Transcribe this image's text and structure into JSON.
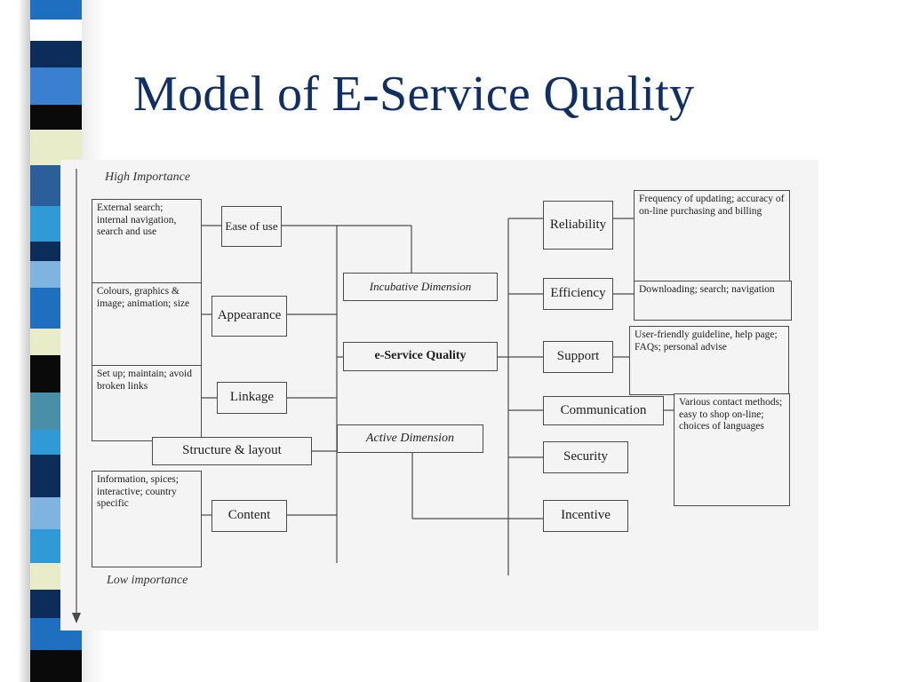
{
  "slide": {
    "title": "Model of E-Service Quality"
  },
  "scale": {
    "high": "High Importance",
    "low": "Low importance"
  },
  "center": {
    "incubative": "Incubative Dimension",
    "core": "e-Service Quality",
    "active": "Active Dimension"
  },
  "incubative_dimensions": [
    {
      "label": "Ease of use",
      "description": "External search; internal navigation, search and use"
    },
    {
      "label": "Appearance",
      "description": "Colours, graphics & image; animation; size"
    },
    {
      "label": "Linkage",
      "description": "Set up; maintain; avoid broken links"
    },
    {
      "label": "Structure & layout",
      "description": ""
    },
    {
      "label": "Content",
      "description": "Information, spices; interactive; country specific"
    }
  ],
  "active_dimensions": [
    {
      "label": "Reliability",
      "description": "Frequency of updating; accuracy of on-line purchasing and billing"
    },
    {
      "label": "Efficiency",
      "description": "Downloading; search; navigation"
    },
    {
      "label": "Support",
      "description": "User-friendly guideline, help page; FAQs; personal advise"
    },
    {
      "label": "Communication",
      "description": "Various contact methods; easy to shop on-line; choices of languages"
    },
    {
      "label": "Security",
      "description": ""
    },
    {
      "label": "Incentive",
      "description": ""
    }
  ]
}
